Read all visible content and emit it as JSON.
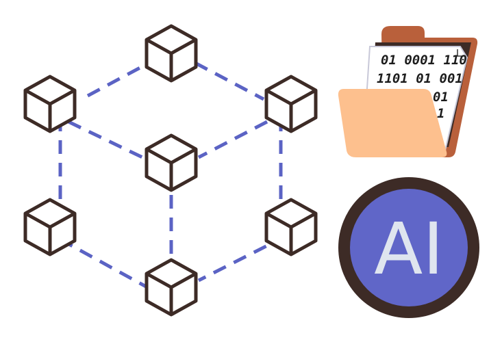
{
  "colors": {
    "cube": "#3d2b26",
    "dash": "#5b63c4",
    "folder_back": "#b9603b",
    "folder_front": "#fdc08e",
    "ai_ring": "#3d2b26",
    "ai_fill": "#6066c8",
    "ai_text": "#dfe5ef"
  },
  "network": {
    "node_count": 7
  },
  "folder": {
    "binary_lines": [
      "01 0001 110",
      "1101 01  001",
      "01",
      "1"
    ]
  },
  "ai_badge": {
    "label": "AI"
  }
}
